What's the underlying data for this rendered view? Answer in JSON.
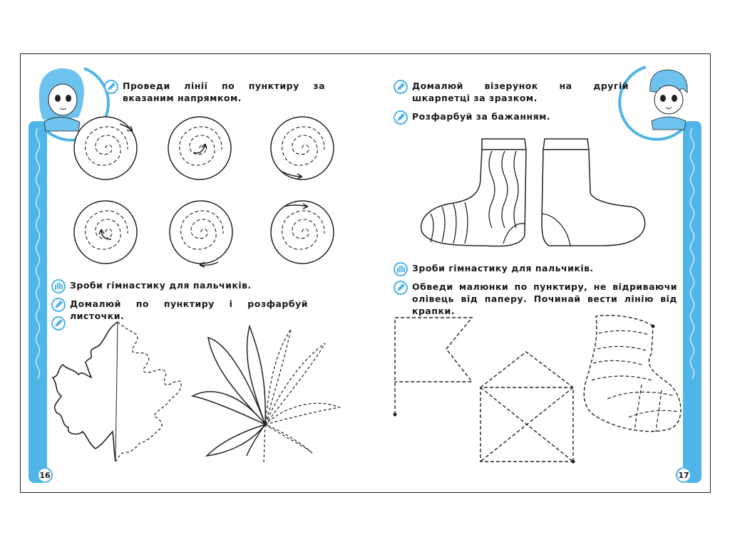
{
  "left_page": {
    "page_number": "16",
    "tasks": [
      {
        "icon": "pencil-icon",
        "text": "Проведи лінії по пунктиру за вказаним напрямком."
      },
      {
        "icon": "hand-icon",
        "text": "Зроби гімнастику для пальчиків."
      },
      {
        "icon": "pencil-icon",
        "text": "Домалюй по пунктиру і розфарбуй листочки."
      },
      {
        "icon": "pencil-icon",
        "text": ""
      }
    ]
  },
  "right_page": {
    "page_number": "17",
    "tasks": [
      {
        "icon": "pencil-icon",
        "text": "Домалюй візерунок на другій шкарпетці за зразком."
      },
      {
        "icon": "pencil-icon",
        "text": "Розфарбуй за бажанням."
      },
      {
        "icon": "hand-icon",
        "text": "Зроби гімнастику для пальчиків."
      },
      {
        "icon": "pencil-icon",
        "text": "Обведи малюнки по пунктиру, не відриваючи олівець від паперу. Починай вести лінію від крапки."
      }
    ]
  },
  "colors": {
    "accent_blue": "#4fb4e6",
    "light_blue": "#cfeaf9",
    "line": "#222222"
  }
}
